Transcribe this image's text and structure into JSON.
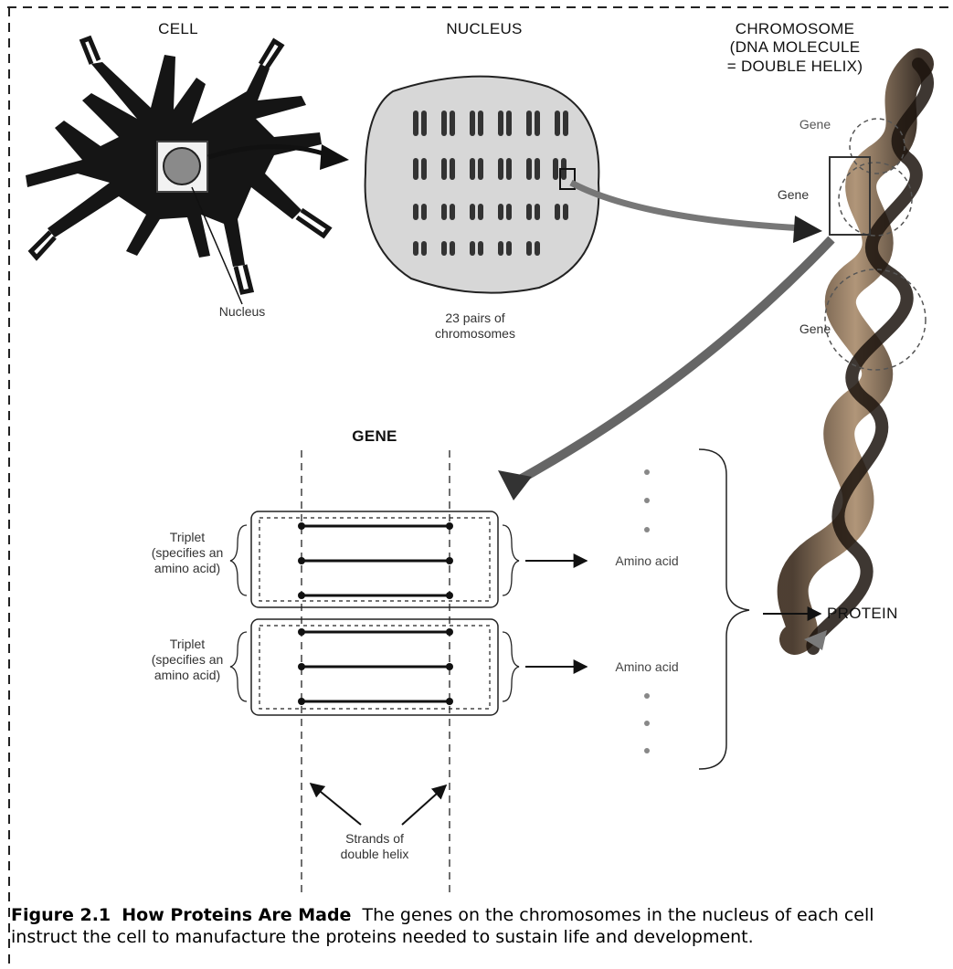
{
  "labels": {
    "cell": "CELL",
    "nucleus_heading": "NUCLEUS",
    "chromosome": "CHROMOSOME\n(DNA MOLECULE\n= DOUBLE HELIX)",
    "nucleus_pointer": "Nucleus",
    "pairs": "23 pairs of\nchromosomes",
    "gene_1": "Gene",
    "gene_2": "Gene",
    "gene_3": "Gene",
    "gene_heading": "GENE",
    "triplet_1": "Triplet\n(specifies an\namino acid)",
    "triplet_2": "Triplet\n(specifies an\namino acid)",
    "amino_1": "Amino acid",
    "amino_2": "Amino acid",
    "protein": "PROTEIN",
    "strands": "Strands of\ndouble helix"
  },
  "caption": {
    "figure_number": "Figure 2.1",
    "title": "How Proteins Are Made",
    "text": "The genes on the chromosomes in the nucleus of each cell instruct the cell to manufacture the proteins needed to sustain life and development."
  }
}
